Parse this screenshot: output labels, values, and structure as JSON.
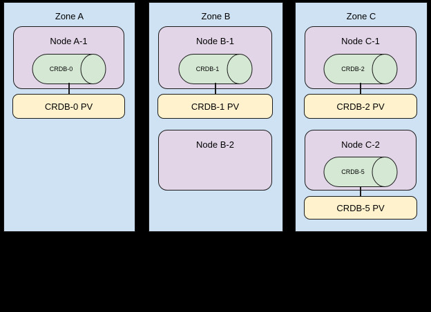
{
  "diagram": {
    "background": "#000000",
    "colors": {
      "zone_fill": "#cfe2f3",
      "node_fill": "#e1d5e7",
      "cylinder_fill": "#d5e8d4",
      "pv_fill": "#fff2cc",
      "border": "#1a1a1a"
    },
    "zones": [
      {
        "label": "Zone A",
        "nodes": [
          {
            "label": "Node A-1",
            "crdb": "CRDB-0",
            "pv": "CRDB-0 PV"
          }
        ]
      },
      {
        "label": "Zone B",
        "nodes": [
          {
            "label": "Node B-1",
            "crdb": "CRDB-1",
            "pv": "CRDB-1 PV"
          },
          {
            "label": "Node B-2"
          }
        ]
      },
      {
        "label": "Zone C",
        "nodes": [
          {
            "label": "Node C-1",
            "crdb": "CRDB-2",
            "pv": "CRDB-2 PV"
          },
          {
            "label": "Node C-2",
            "crdb": "CRDB-5",
            "pv": "CRDB-5 PV"
          }
        ]
      }
    ]
  }
}
